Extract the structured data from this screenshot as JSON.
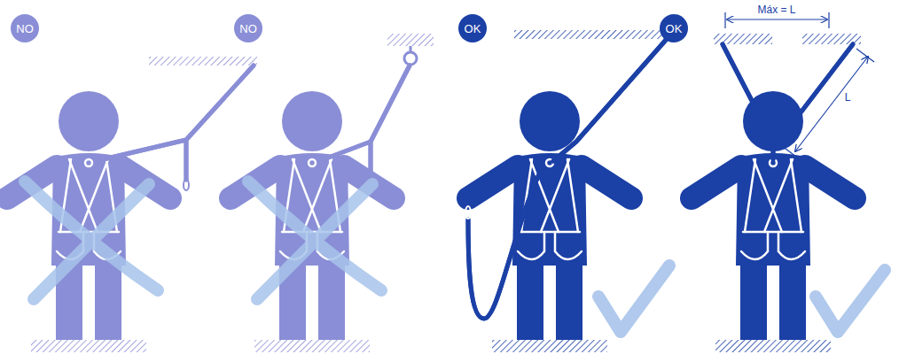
{
  "diagram": {
    "nodes": [
      {
        "text": [
          "NO"
        ]
      },
      {
        "text": [
          "NO"
        ]
      },
      {
        "text": [
          "OK"
        ]
      },
      {
        "text": [
          "OK"
        ]
      }
    ],
    "labels": [
      "Máx = L",
      "L"
    ]
  }
}
